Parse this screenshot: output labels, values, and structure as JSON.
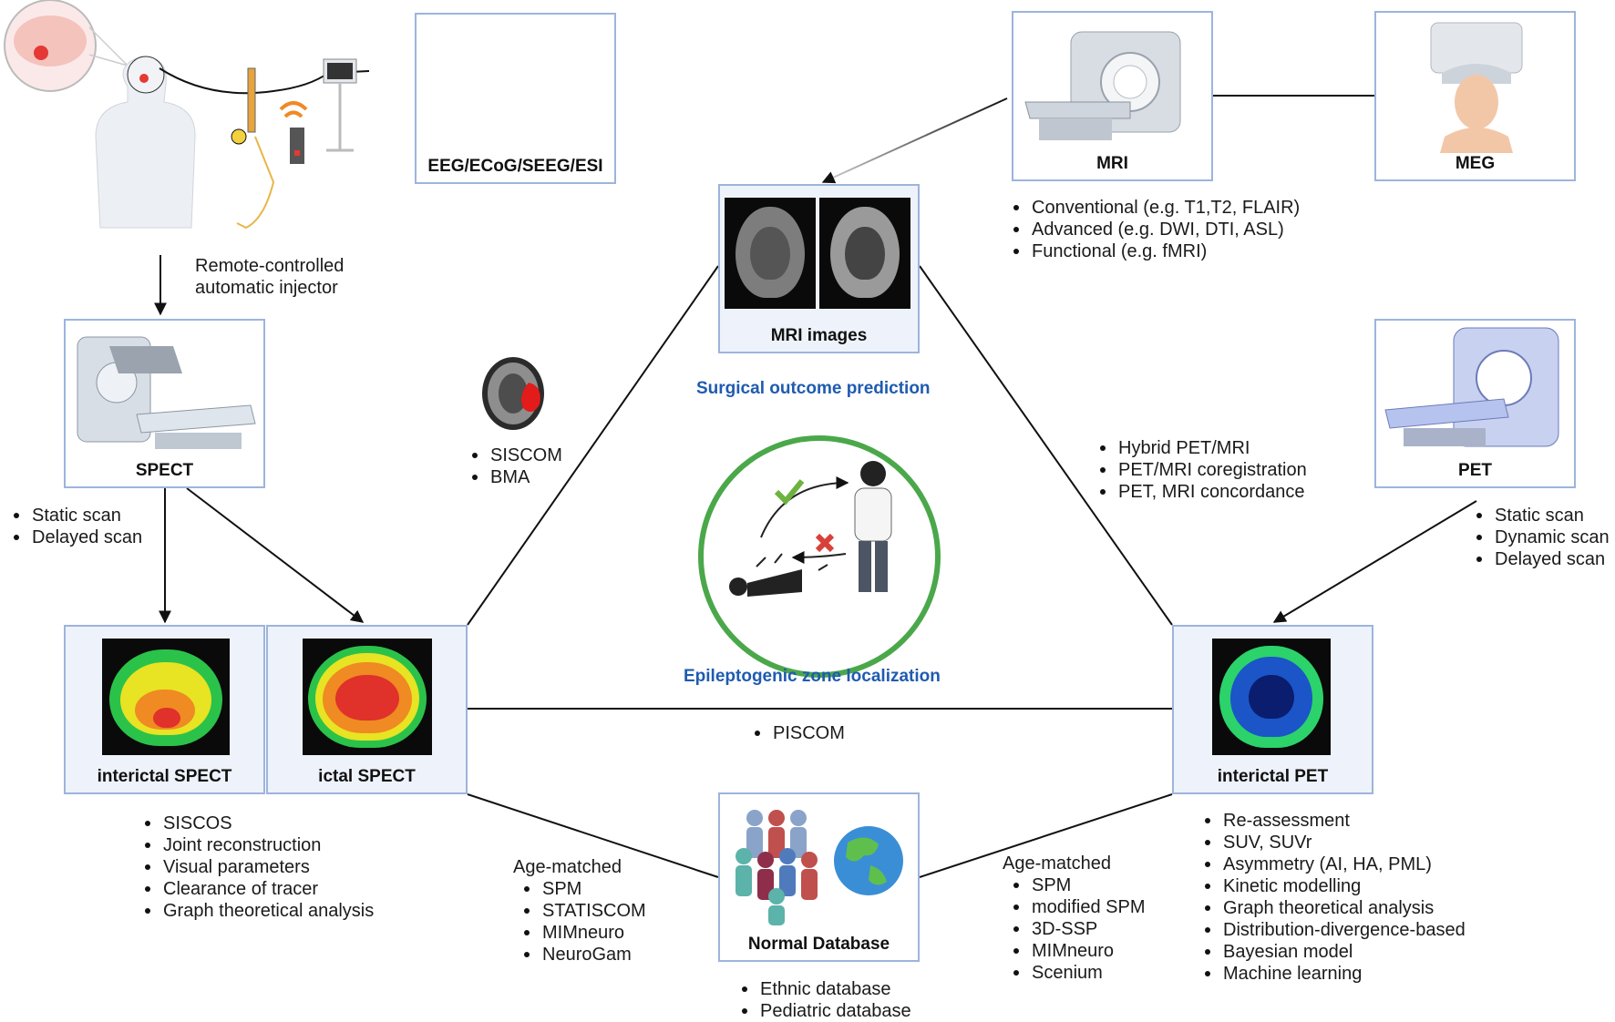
{
  "colors": {
    "box_border": "#9db4dc",
    "box_fill": "#eef3fb",
    "center_title": "#1f5bb0",
    "circle_green": "#4aa84a",
    "check_green": "#6db33f",
    "cross_red": "#d9403a"
  },
  "injector": {
    "caption_line1": "Remote-controlled",
    "caption_line2": "automatic injector"
  },
  "eeg": {
    "label": "EEG/ECoG/SEEG/ESI"
  },
  "mri": {
    "label": "MRI",
    "bullets": [
      "Conventional (e.g. T1,T2, FLAIR)",
      "Advanced (e.g. DWI, DTI, ASL)",
      "Functional (e.g. fMRI)"
    ]
  },
  "meg": {
    "label": "MEG"
  },
  "mri_images": {
    "label": "MRI images"
  },
  "center": {
    "top_title": "Surgical outcome prediction",
    "bottom_title": "Epileptogenic zone localization"
  },
  "spect": {
    "label": "SPECT",
    "bullets": [
      "Static scan",
      "Delayed scan"
    ]
  },
  "siscom": {
    "bullets": [
      "SISCOM",
      "BMA"
    ]
  },
  "hybrid": {
    "bullets": [
      "Hybrid PET/MRI",
      "PET/MRI coregistration",
      "PET, MRI concordance"
    ]
  },
  "pet": {
    "label": "PET",
    "bullets": [
      "Static scan",
      "Dynamic scan",
      "Delayed scan"
    ]
  },
  "interictal_spect": {
    "label": "interictal SPECT"
  },
  "ictal_spect": {
    "label": "ictal SPECT"
  },
  "interictal_pet": {
    "label": "interictal PET"
  },
  "piscom": {
    "bullets": [
      "PISCOM"
    ]
  },
  "spect_methods": {
    "bullets": [
      "SISCOS",
      "Joint reconstruction",
      "Visual parameters",
      "Clearance of tracer",
      "Graph theoretical analysis"
    ]
  },
  "age_left": {
    "title": "Age-matched",
    "bullets": [
      "SPM",
      "STATISCOM",
      "MIMneuro",
      "NeuroGam"
    ]
  },
  "normal_db": {
    "label": "Normal Database",
    "bullets": [
      "Ethnic database",
      "Pediatric database"
    ]
  },
  "age_right": {
    "title": "Age-matched",
    "bullets": [
      "SPM",
      "modified SPM",
      "3D-SSP",
      "MIMneuro",
      "Scenium"
    ]
  },
  "pet_methods": {
    "bullets": [
      "Re-assessment",
      "SUV, SUVr",
      "Asymmetry (AI, HA, PML)",
      "Kinetic modelling",
      "Graph theoretical analysis",
      "Distribution-divergence-based",
      "Bayesian model",
      "Machine learning"
    ]
  }
}
